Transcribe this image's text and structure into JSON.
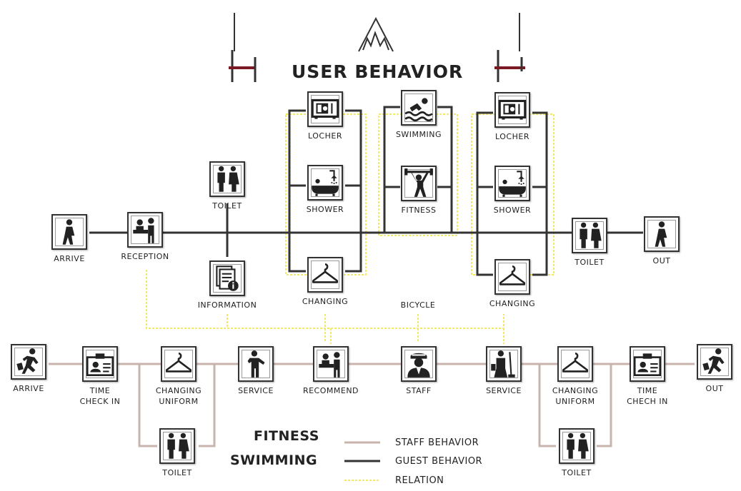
{
  "title": "USER BEHAVIOR",
  "colors": {
    "guest_line": "#333333",
    "staff_line": "#c9b4ad",
    "relation_line": "#f2e86a",
    "logo_red": "#7a1a22"
  },
  "guest_nodes": [
    {
      "id": "arrive",
      "label": "ARRIVE",
      "icon": "walking-person-icon"
    },
    {
      "id": "reception",
      "label": "RECEPTION",
      "icon": "reception-desk-icon"
    },
    {
      "id": "toilet-1",
      "label": "TOILET",
      "icon": "toilet-icon"
    },
    {
      "id": "information",
      "label": "INFORMATION",
      "icon": "information-document-icon"
    },
    {
      "id": "locker-1",
      "label": "LOCHER",
      "icon": "locker-icon"
    },
    {
      "id": "shower-1",
      "label": "SHOWER",
      "icon": "shower-bathtub-icon"
    },
    {
      "id": "changing-1",
      "label": "CHANGING",
      "icon": "clothes-hanger-icon"
    },
    {
      "id": "swimming",
      "label": "SWIMMING",
      "icon": "swimming-icon"
    },
    {
      "id": "fitness",
      "label": "FITNESS",
      "icon": "weightlifting-icon"
    },
    {
      "id": "locker-2",
      "label": "LOCHER",
      "icon": "locker-icon"
    },
    {
      "id": "shower-2",
      "label": "SHOWER",
      "icon": "shower-bathtub-icon"
    },
    {
      "id": "changing-2",
      "label": "CHANGING",
      "icon": "clothes-hanger-icon"
    },
    {
      "id": "toilet-2",
      "label": "TOILET",
      "icon": "toilet-icon"
    },
    {
      "id": "out",
      "label": "OUT",
      "icon": "walking-person-icon"
    }
  ],
  "relation_labels": {
    "bicycle": "BICYCLE"
  },
  "staff_nodes": [
    {
      "id": "s-arrive",
      "label": "ARRIVE",
      "icon": "running-person-icon"
    },
    {
      "id": "s-time-in",
      "label": "TIME\nCHECK IN",
      "icon": "id-card-icon"
    },
    {
      "id": "s-changing-1",
      "label": "CHANGING\nUNIFORM",
      "icon": "clothes-hanger-icon"
    },
    {
      "id": "s-toilet-1",
      "label": "TOILET",
      "icon": "toilet-icon"
    },
    {
      "id": "s-service-1",
      "label": "SERVICE",
      "icon": "service-person-icon"
    },
    {
      "id": "s-recommend",
      "label": "RECOMMEND",
      "icon": "reception-desk-icon"
    },
    {
      "id": "s-staff",
      "label": "STAFF",
      "icon": "staff-officer-icon"
    },
    {
      "id": "s-service-2",
      "label": "SERVICE",
      "icon": "cleaner-person-icon"
    },
    {
      "id": "s-changing-2",
      "label": "CHANGING\nUNIFORM",
      "icon": "clothes-hanger-icon"
    },
    {
      "id": "s-toilet-2",
      "label": "TOILET",
      "icon": "toilet-icon"
    },
    {
      "id": "s-time-out",
      "label": "TIME\nCHECH IN",
      "icon": "id-card-icon"
    },
    {
      "id": "s-out",
      "label": "OUT",
      "icon": "running-person-icon"
    }
  ],
  "legend": {
    "heading_1": "FITNESS",
    "heading_2": "SWIMMING",
    "items": [
      {
        "label": "STAFF BEHAVIOR",
        "color": "#c9b4ad"
      },
      {
        "label": "GUEST BEHAVIOR",
        "color": "#333333"
      },
      {
        "label": "RELATION",
        "color": "#f2e86a"
      }
    ]
  }
}
